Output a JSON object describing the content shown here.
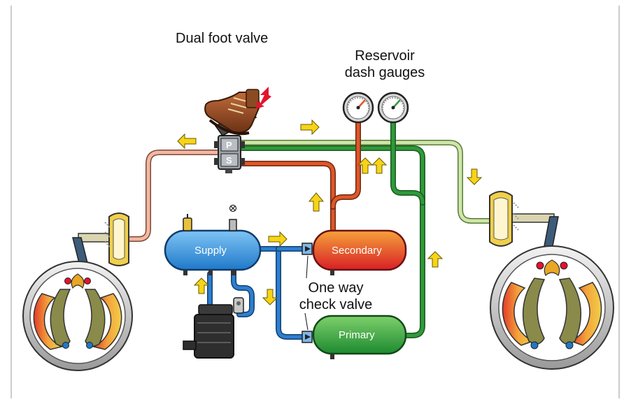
{
  "title": "Dual foot valve",
  "gauges": {
    "line1": "Reservoir",
    "line2": "dash gauges"
  },
  "check_valve": {
    "line1": "One way",
    "line2": "check valve"
  },
  "tanks": {
    "supply": "Supply",
    "secondary": "Secondary",
    "primary": "Primary"
  },
  "valve_ports": {
    "primary": "P",
    "secondary": "S"
  },
  "colors": {
    "primary_line": "#2f9a3a",
    "secondary_line": "#e0562a",
    "supply_line": "#2d7fd0",
    "front_line": "#f4b7a0",
    "rear_line": "#cfe6a8",
    "arrow": "#f7d416",
    "accent_red": "#e3132c"
  }
}
